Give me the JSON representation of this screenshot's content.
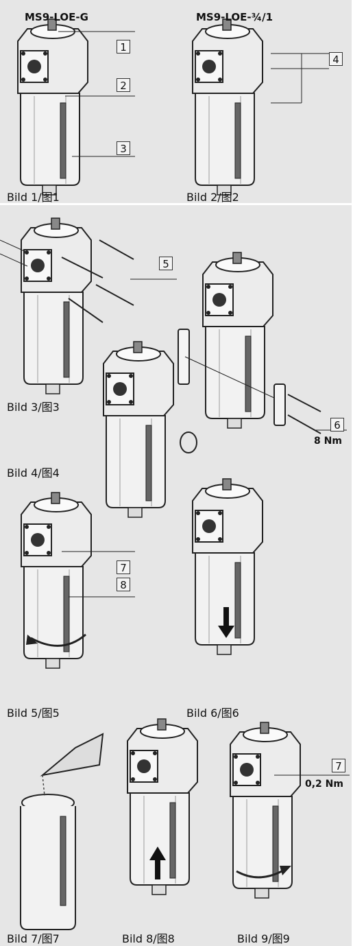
{
  "titles": {
    "left": "MS9-LOE-G",
    "right": "MS9-LOE-¾/1"
  },
  "figure_labels": {
    "f1": "Bild 1/图1",
    "f2": "Bild 2/图2",
    "f3": "Bild 3/图3",
    "f4": "Bild 4/图4",
    "f5": "Bild 5/图5",
    "f6": "Bild 6/图6",
    "f7": "Bild 7/图7",
    "f8": "Bild 8/图8",
    "f9": "Bild 9/图9"
  },
  "callouts": {
    "c1": "1",
    "c2": "2",
    "c3": "3",
    "c4": "4",
    "c5": "5",
    "c6": "6",
    "c7a": "7",
    "c8": "8",
    "c7b": "7"
  },
  "torques": {
    "t1": "8 Nm",
    "t2": "0,2 Nm"
  },
  "colors": {
    "panel": "#e6e6e6",
    "device_light": "#f2f2f2",
    "device_dark": "#2a2a2a"
  }
}
